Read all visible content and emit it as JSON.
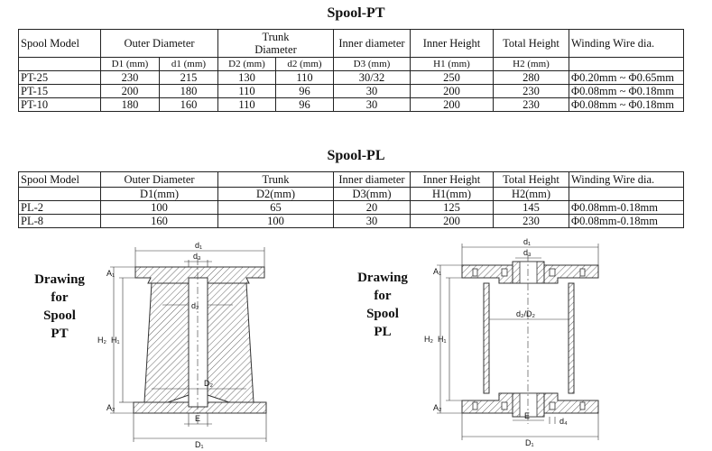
{
  "pt": {
    "title": "Spool-PT",
    "headers": [
      "Spool Model",
      "Outer Diameter",
      "Trunk Diameter",
      "Inner diameter",
      "Inner Height",
      "Total Height",
      "Winding Wire dia."
    ],
    "units": [
      "D1 (mm)",
      "d1 (mm)",
      "D2 (mm)",
      "d2 (mm)",
      "D3 (mm)",
      "H1 (mm)",
      "H2 (mm)"
    ],
    "rows": [
      [
        "PT-25",
        "230",
        "215",
        "130",
        "110",
        "30/32",
        "250",
        "280",
        "Φ0.20mm ~ Φ0.65mm"
      ],
      [
        "PT-15",
        "200",
        "180",
        "110",
        "96",
        "30",
        "200",
        "230",
        "Φ0.08mm ~ Φ0.18mm"
      ],
      [
        "PT-10",
        "180",
        "160",
        "110",
        "96",
        "30",
        "200",
        "230",
        "Φ0.08mm ~ Φ0.18mm"
      ]
    ]
  },
  "pl": {
    "title": "Spool-PL",
    "headers": [
      "Spool Model",
      "Outer Diameter",
      "Trunk",
      "Inner diameter",
      "Inner Height",
      "Total Height",
      "Winding Wire dia."
    ],
    "units": [
      "D1(mm)",
      "D2(mm)",
      "D3(mm)",
      "H1(mm)",
      "H2(mm)"
    ],
    "rows": [
      [
        "PL-2",
        "100",
        "65",
        "20",
        "125",
        "145",
        "Φ0.08mm-0.18mm"
      ],
      [
        "PL-8",
        "160",
        "100",
        "30",
        "200",
        "230",
        "Φ0.08mm-0.18mm"
      ]
    ]
  },
  "drawings": {
    "pt_label": "Drawing\nfor\nSpool\nPT",
    "pl_label": "Drawing\nfor\nSpool\nPL",
    "pt_dims": {
      "d1": "d₁",
      "d3": "d₃",
      "d2": "d₂",
      "D2": "D₂",
      "A1": "A₁",
      "A2": "A₂",
      "H2": "H₂",
      "H1": "H₁",
      "E": "E",
      "D1": "D₁"
    },
    "pl_dims": {
      "d1": "d₁",
      "d3": "d₃",
      "d2D2": "d₂/D₂",
      "A1": "A₁",
      "A2": "A₂",
      "H2": "H₂",
      "H1": "H₁",
      "E": "E",
      "d4": "d₄",
      "D1": "D₁"
    }
  }
}
